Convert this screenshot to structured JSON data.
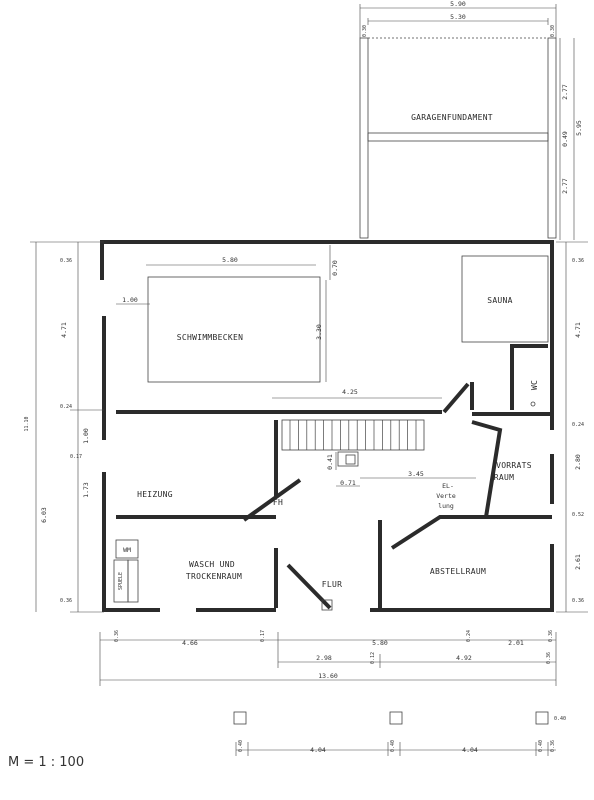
{
  "rooms": {
    "garage": "GARAGENFUNDAMENT",
    "sauna": "SAUNA",
    "pool": "SCHWIMMBECKEN",
    "wc": "WC",
    "heating": "HEIZUNG",
    "fh": "FH",
    "pantry_1": "VORRATS",
    "pantry_2": "RAUM",
    "el_1": "EL-",
    "el_2": "Verte",
    "el_3": "lung",
    "laundry_1": "WASCH UND",
    "laundry_2": "TROCKENRAUM",
    "hall": "FLUR",
    "storage": "ABSTELLRAUM",
    "wm": "WM",
    "sink": "SPUELE"
  },
  "dims": {
    "garage_outer": "5.90",
    "garage_inner": "5.30",
    "garage_l": "0.30",
    "garage_r": "0.30",
    "garage_h1": "2.77",
    "garage_mid": "0.49",
    "garage_h2": "2.77",
    "garage_total": "5.95",
    "pool_w": "5.80",
    "pool_top": "0.70",
    "pool_left": "1.00",
    "pool_h": "3.30",
    "pool_step": "4.25",
    "left_top": "0.36",
    "left_h1": "4.71",
    "left_w1": "0.24",
    "left_total": "11.10",
    "left_d1": "1.00",
    "left_d2": "0.17",
    "left_d3": "1.73",
    "left_h2": "6.03",
    "left_bot": "0.36",
    "right_top": "0.36",
    "right_h1": "4.71",
    "right_w1": "0.24",
    "right_h2": "2.80",
    "right_w2": "0.52",
    "right_h3": "2.61",
    "right_bot": "0.36",
    "stair_a": "0.41",
    "stair_b": "0.71",
    "stair_c": "3.45",
    "b1_a": "0.36",
    "b1_b": "4.66",
    "b1_c": "0.17",
    "b1_d": "5.80",
    "b1_e": "0.24",
    "b1_f": "2.01",
    "b1_g": "0.36",
    "b2_a": "2.98",
    "b2_b": "0.12",
    "b2_c": "4.92",
    "b2_d": "0.36",
    "total": "13.60",
    "fd_h": "0.40",
    "fd_a": "0.40",
    "fd_b": "4.04",
    "fd_c": "0.40",
    "fd_d": "4.04",
    "fd_e": "0.40",
    "fd_f": "0.36"
  },
  "scale_label": "M = 1 : 100"
}
